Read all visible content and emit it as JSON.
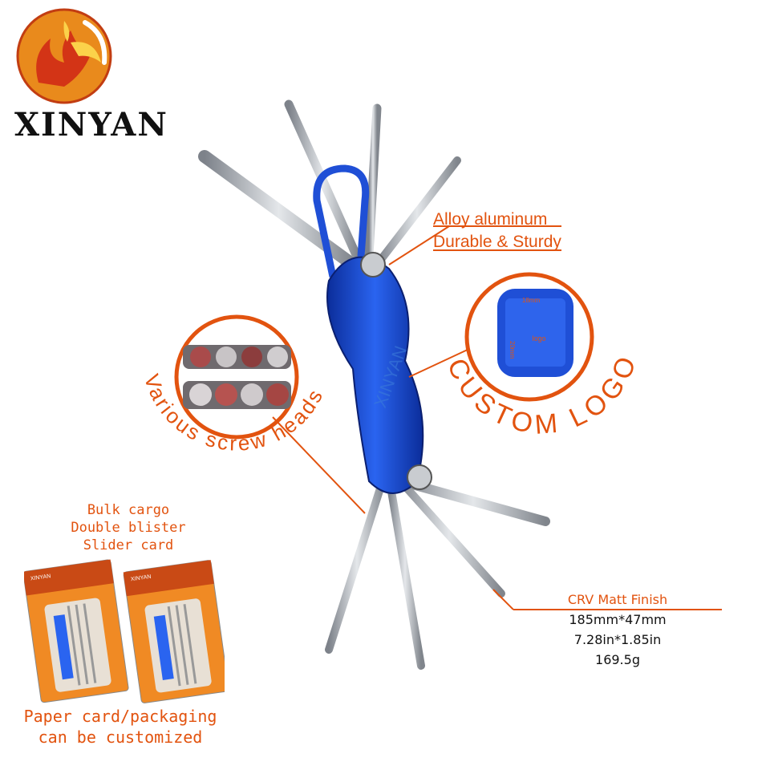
{
  "brand": {
    "name": "XINYAN"
  },
  "callouts": {
    "material_line1": "Alloy aluminum",
    "material_line2": "Durable & Sturdy",
    "custom_logo": "CUSTOM LOGO",
    "screw_heads": "Various screw heads",
    "logo_width": "18mm",
    "logo_height": "20mm",
    "logo_word": "logo",
    "watermark": "XINYAN"
  },
  "specs": {
    "finish": "CRV  Matt Finish",
    "size_mm": "185mm*47mm",
    "size_in": "7.28in*1.85in",
    "weight": "169.5g"
  },
  "packaging": {
    "options": [
      "Bulk cargo",
      "Double blister",
      "Slider card"
    ],
    "note_line1": "Paper card/packaging",
    "note_line2": "can be customized",
    "card_brand": "XINYAN"
  },
  "colors": {
    "accent": "#e2530f",
    "handle_blue": "#1f4fd6",
    "steel": "#b8bcc2",
    "card_orange": "#f08a24"
  }
}
